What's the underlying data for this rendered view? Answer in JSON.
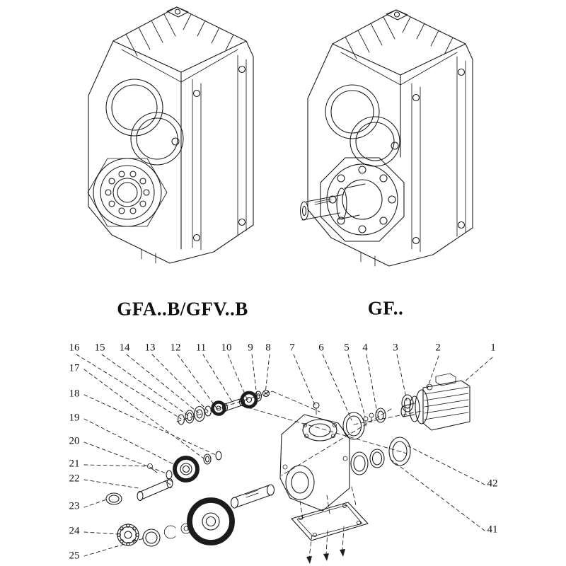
{
  "models": [
    {
      "label": "GFA..B/GFV..B"
    },
    {
      "label": "GF.."
    }
  ],
  "callouts": {
    "top": [
      "16",
      "15",
      "14",
      "13",
      "12",
      "11",
      "10",
      "9",
      "8",
      "7",
      "6",
      "5",
      "4",
      "3",
      "2",
      "1"
    ],
    "left": [
      "17",
      "18",
      "19",
      "20",
      "21",
      "22",
      "23",
      "24",
      "25"
    ],
    "right": [
      "42",
      "41"
    ]
  },
  "colors": {
    "line": "#1b1b1b",
    "background": "#ffffff"
  }
}
